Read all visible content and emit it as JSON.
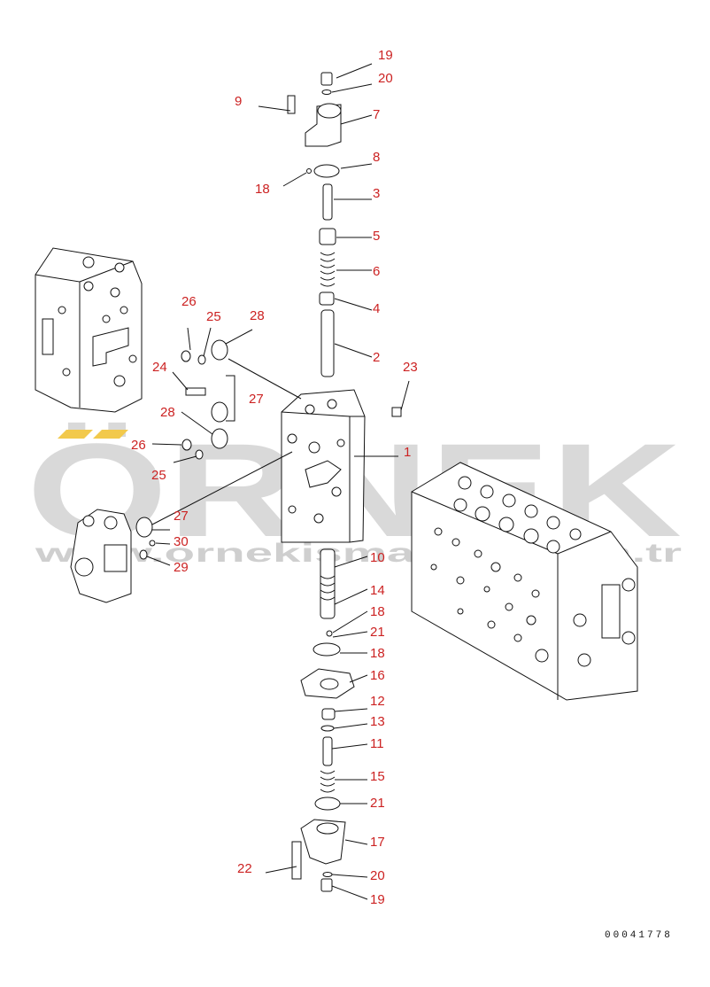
{
  "diagram": {
    "callouts": [
      "19",
      "20",
      "9",
      "7",
      "8",
      "18",
      "3",
      "5",
      "6",
      "4",
      "2",
      "23",
      "1",
      "26",
      "25",
      "28",
      "24",
      "27",
      "28",
      "26",
      "25",
      "27",
      "30",
      "29",
      "10",
      "14",
      "18",
      "21",
      "18",
      "16",
      "12",
      "13",
      "11",
      "15",
      "21",
      "17",
      "22",
      "20",
      "19"
    ],
    "drawing_code": "00041778",
    "watermark": {
      "main": "ÖRNEK",
      "url": "www.ornekismakina.com.tr"
    },
    "colors": {
      "callout": "#cc2222",
      "line": "#111111",
      "watermark": "#d9d9d9",
      "accent": "#f2c94c"
    }
  }
}
